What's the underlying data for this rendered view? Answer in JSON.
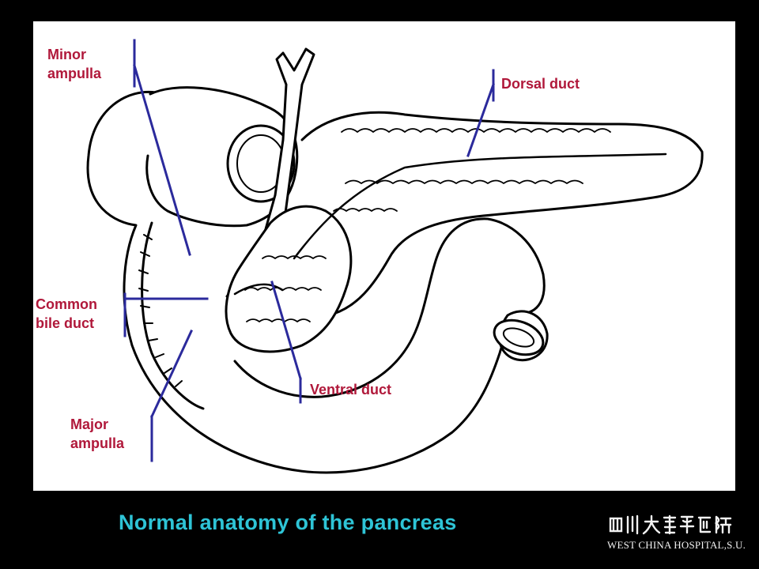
{
  "diagram": {
    "labels": {
      "minor_ampulla": [
        "Minor",
        "ampulla"
      ],
      "dorsal_duct": "Dorsal duct",
      "common_bile_duct": [
        "Common",
        "bile duct"
      ],
      "ventral_duct": "Ventral duct",
      "major_ampulla": [
        "Major",
        "ampulla"
      ]
    },
    "colors": {
      "label_text": "#b0183a",
      "leader_line": "#2b2a9c",
      "outline": "#000000",
      "panel_background": "#ffffff"
    }
  },
  "footer": {
    "title": "Normal anatomy of  the pancreas",
    "title_color": "#2ec4d6",
    "logo_text": "WEST CHINA HOSPITAL,S.U."
  }
}
